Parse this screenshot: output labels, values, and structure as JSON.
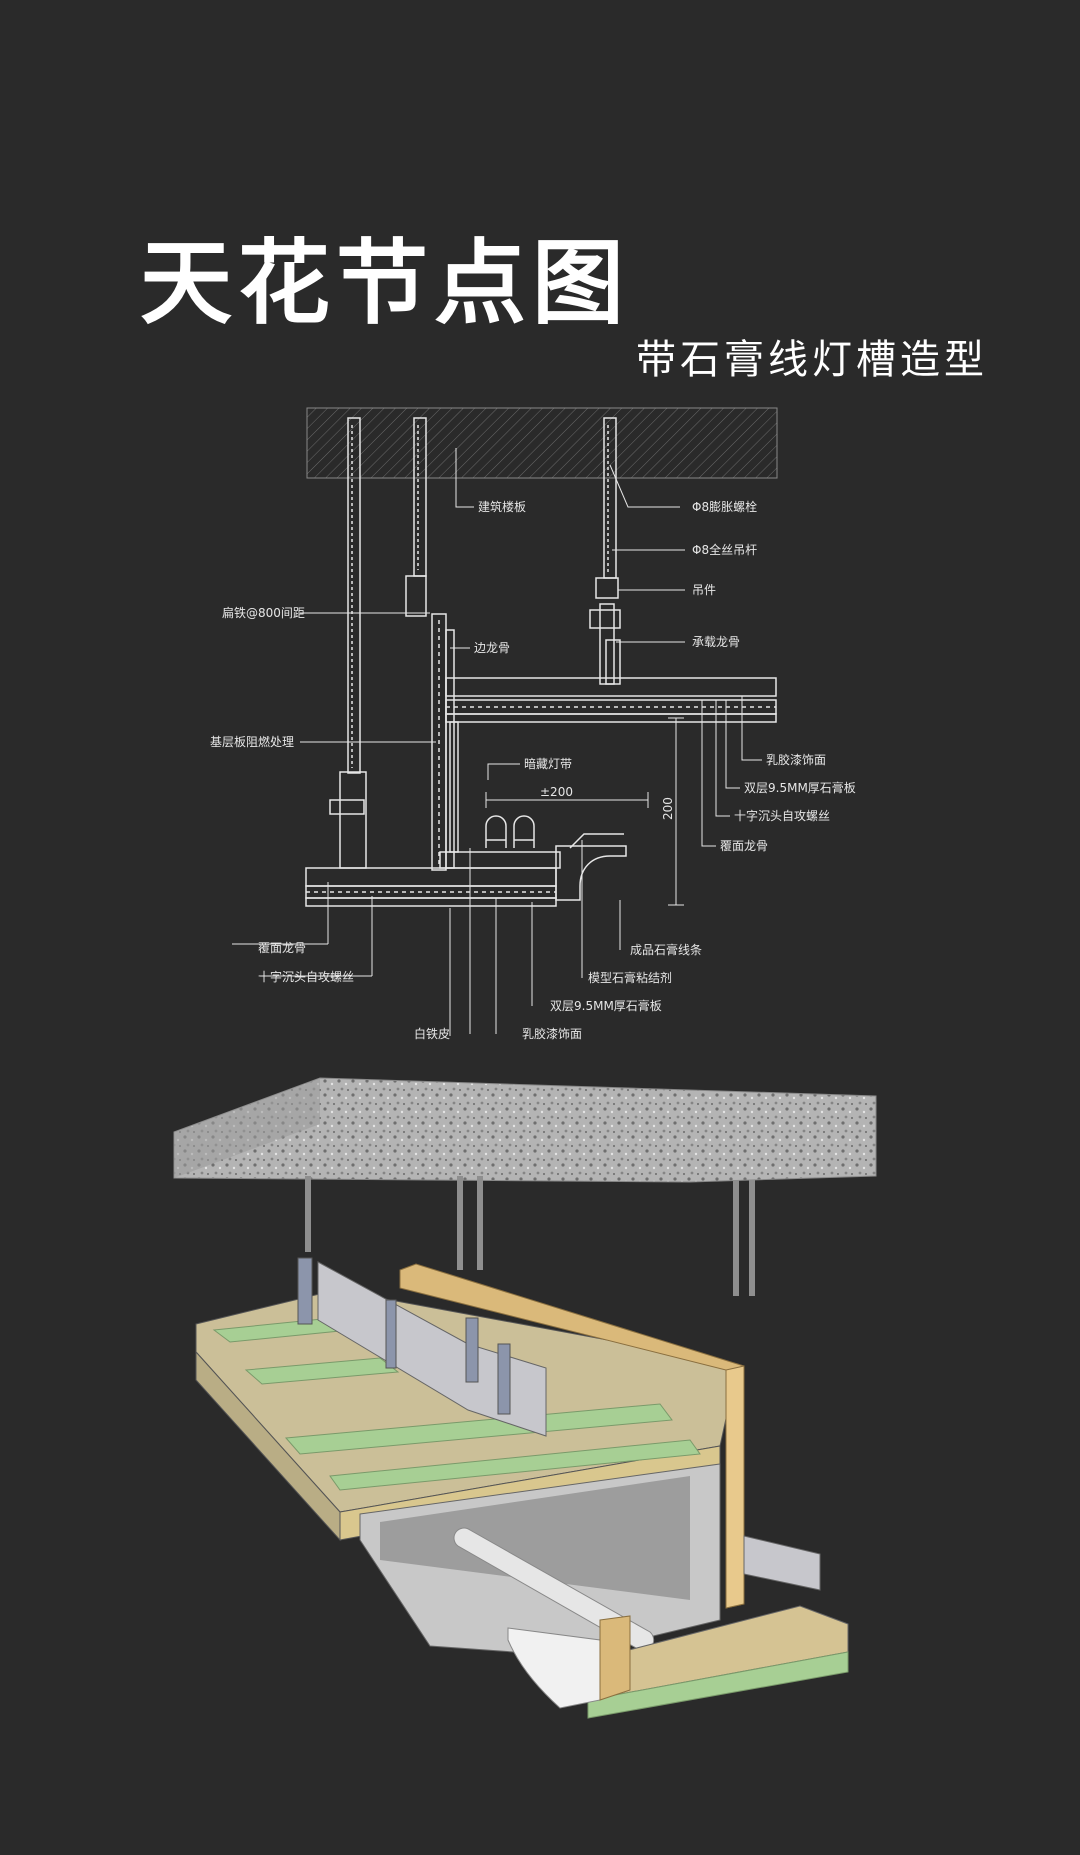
{
  "header": {
    "title": "天花节点图",
    "subtitle": "带石膏线灯槽造型"
  },
  "section_labels": {
    "building_slab": "建筑楼板",
    "expansion_bolt": "Φ8膨胀螺栓",
    "threaded_rod": "Φ8全丝吊杆",
    "hanger": "吊件",
    "main_keel": "承载龙骨",
    "flat_iron": "扁铁@800间距",
    "edge_keel": "边龙骨",
    "fireproof_base": "基层板阻燃处理",
    "latex_paint_top": "乳胶漆饰面",
    "gypsum_board_top": "双层9.5MM厚石膏板",
    "screw_top": "十字沉头自攻螺丝",
    "cover_keel_top": "覆面龙骨",
    "hidden_led": "暗藏灯带",
    "dim_200_horizontal": "±200",
    "dim_200_vertical": "200",
    "cover_keel_bottom": "覆面龙骨",
    "screw_bottom": "十字沉头自攻螺丝",
    "gypsum_cornice": "成品石膏线条",
    "gypsum_adhesive": "模型石膏粘结剂",
    "gypsum_board_bottom": "双层9.5MM厚石膏板",
    "white_iron": "白铁皮",
    "latex_paint_bottom": "乳胶漆饰面"
  },
  "colors": {
    "background": "#2a2a2a",
    "line": "#e6e6e6",
    "concrete": "#b8b8b8",
    "wood": "#d9b779",
    "gypsum": "#a7cf94",
    "metal": "#aab3c6"
  }
}
